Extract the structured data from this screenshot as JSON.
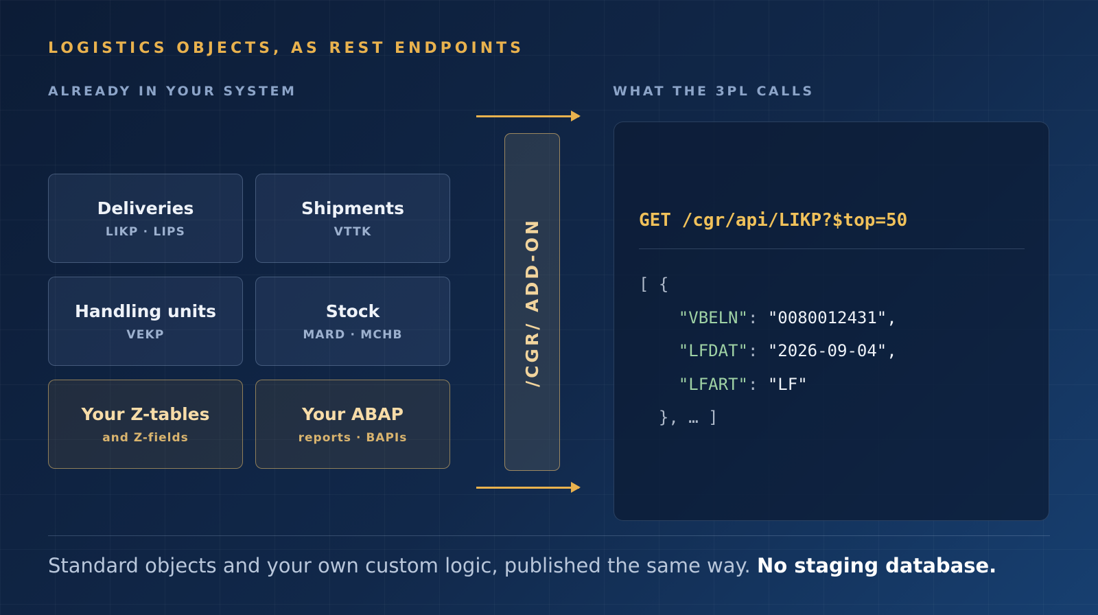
{
  "eyebrow": "LOGISTICS OBJECTS, AS REST ENDPOINTS",
  "left_label": "ALREADY IN YOUR SYSTEM",
  "right_label": "WHAT THE 3PL CALLS",
  "tiles": [
    {
      "title": "Deliveries",
      "sub": "LIKP · LIPS"
    },
    {
      "title": "Shipments",
      "sub": "VTTK"
    },
    {
      "title": "Handling units",
      "sub": "VEKP"
    },
    {
      "title": "Stock",
      "sub": "MARD · MCHB"
    },
    {
      "title": "Your Z-tables",
      "sub": "and Z-fields"
    },
    {
      "title": "Your ABAP",
      "sub": "reports · BAPIs"
    }
  ],
  "addon_label": "/CGR/ ADD-ON",
  "request": "GET /cgr/api/LIKP?$top=50",
  "response": {
    "open": "[ {",
    "fields": [
      {
        "key": "\"VBELN\"",
        "value": "\"0080012431\","
      },
      {
        "key": "\"LFDAT\"",
        "value": "\"2026-09-04\","
      },
      {
        "key": "\"LFART\"",
        "value": "\"LF\""
      }
    ],
    "close": "}, … ]"
  },
  "tagline": {
    "text": "Standard objects and your own custom logic, published the same way. ",
    "emphasis": "No staging database."
  },
  "colors": {
    "accent": "#e9b24e",
    "label": "#8ca4c8",
    "json_key": "#9fd2a5"
  }
}
